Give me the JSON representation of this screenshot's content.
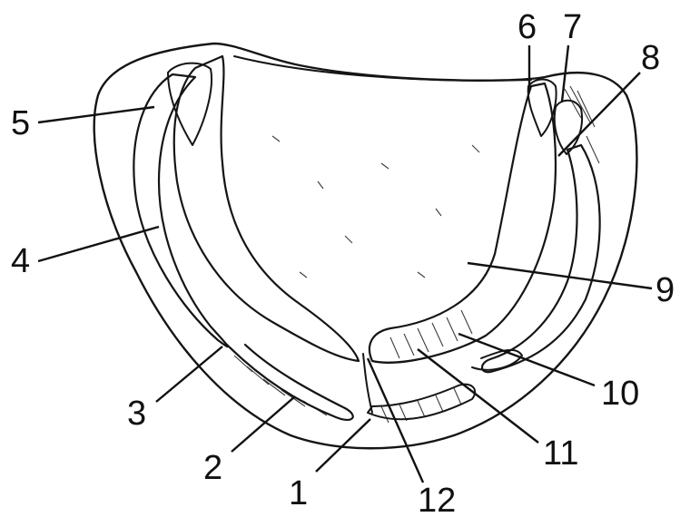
{
  "figure": {
    "ink_color": "#111111",
    "background": "#ffffff",
    "labels": [
      {
        "id": "1",
        "text": "1"
      },
      {
        "id": "2",
        "text": "2"
      },
      {
        "id": "3",
        "text": "3"
      },
      {
        "id": "4",
        "text": "4"
      },
      {
        "id": "5",
        "text": "5"
      },
      {
        "id": "6",
        "text": "6"
      },
      {
        "id": "7",
        "text": "7"
      },
      {
        "id": "8",
        "text": "8"
      },
      {
        "id": "9",
        "text": "9"
      },
      {
        "id": "10",
        "text": "10"
      },
      {
        "id": "11",
        "text": "11"
      },
      {
        "id": "12",
        "text": "12"
      }
    ]
  }
}
